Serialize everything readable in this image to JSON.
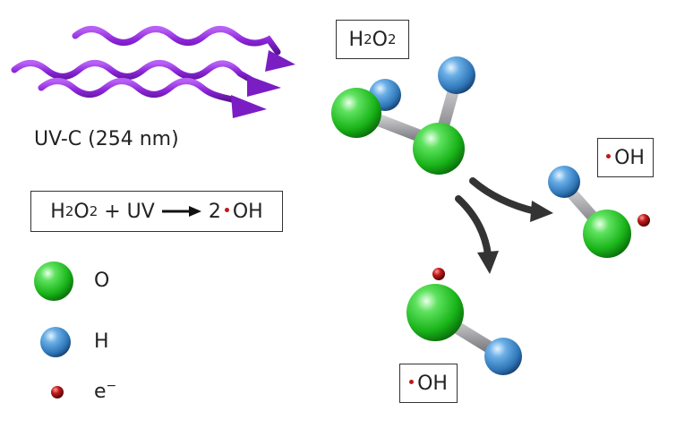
{
  "uv_label": "UV-C (254 nm)",
  "h2o2_box": {
    "main": "H",
    "sub1": "2",
    "mid": "O",
    "sub2": "2"
  },
  "equation": {
    "lhs_main": "H",
    "lhs_sub1": "2",
    "lhs_mid": "O",
    "lhs_sub2": "2",
    "plus": "+ UV",
    "coef": "2",
    "product": "OH"
  },
  "radical_top": {
    "label": "OH"
  },
  "radical_bottom": {
    "label": "OH"
  },
  "legend": {
    "oxygen": "O",
    "hydrogen": "H",
    "electron_base": "e",
    "electron_sup": "−"
  },
  "colors": {
    "oxygen": "#22c722",
    "hydrogen": "#3f8fd2",
    "electron": "#a01414",
    "uv_wave": "#8a24d6",
    "bond": "#a8a8ac",
    "arrow": "#333333",
    "radical_dot": "#c01818"
  }
}
